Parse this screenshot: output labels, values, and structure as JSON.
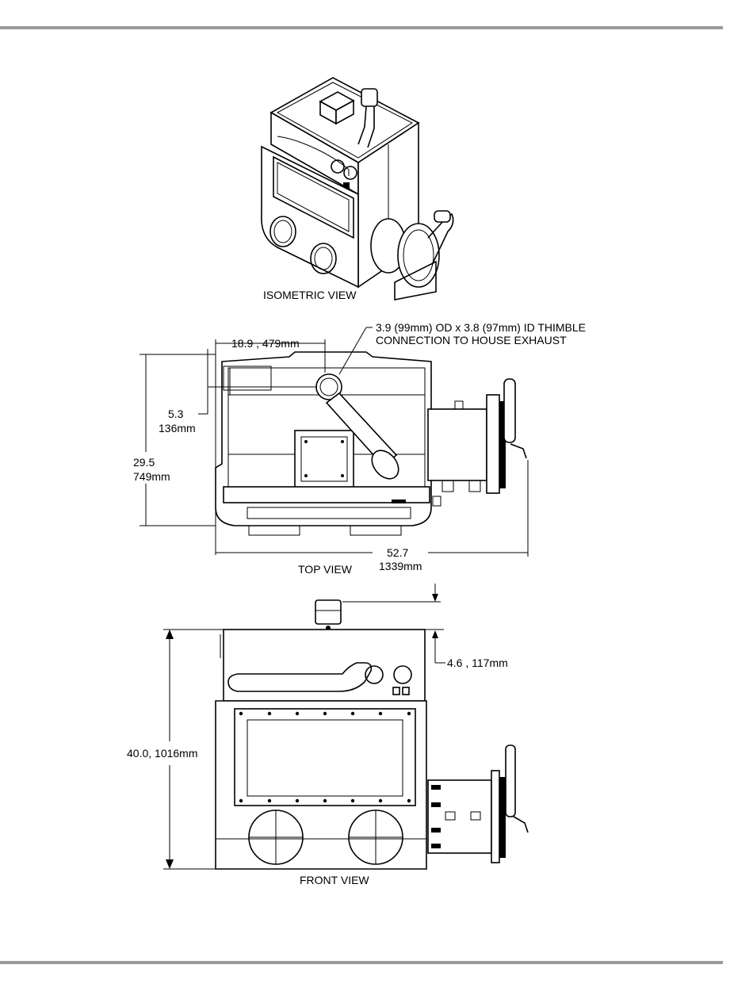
{
  "views": {
    "isometric": {
      "label": "ISOMETRIC VIEW"
    },
    "top": {
      "label": "TOP VIEW"
    },
    "front": {
      "label": "FRONT VIEW"
    }
  },
  "callouts": {
    "thimble_line1": "3.9 (99mm) OD x 3.8 (97mm) ID THIMBLE",
    "thimble_line2": "CONNECTION TO HOUSE EXHAUST"
  },
  "dimensions": {
    "top_offset": "18.9  , 479mm",
    "side_offset_in": "5.3",
    "side_offset_mm": "136mm",
    "depth_in": "29.5",
    "depth_mm": "749mm",
    "width_in": "52.7",
    "width_mm": "1339mm",
    "thimble_height": "4.6  , 117mm",
    "height": "40.0, 1016mm"
  }
}
